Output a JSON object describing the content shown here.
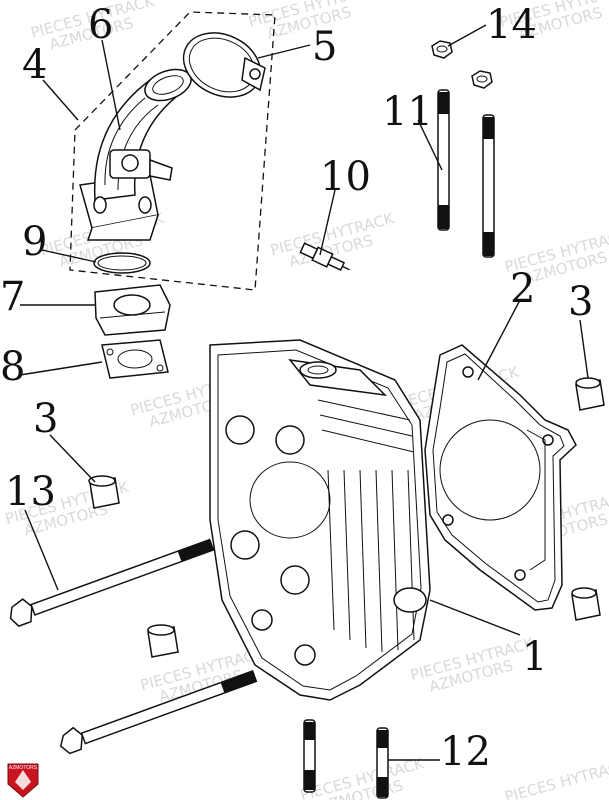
{
  "diagram": {
    "callouts": [
      {
        "id": "c1",
        "label": "1"
      },
      {
        "id": "c2",
        "label": "2"
      },
      {
        "id": "c3a",
        "label": "3"
      },
      {
        "id": "c3b",
        "label": "3"
      },
      {
        "id": "c4",
        "label": "4"
      },
      {
        "id": "c5",
        "label": "5"
      },
      {
        "id": "c6",
        "label": "6"
      },
      {
        "id": "c7",
        "label": "7"
      },
      {
        "id": "c8",
        "label": "8"
      },
      {
        "id": "c9",
        "label": "9"
      },
      {
        "id": "c10",
        "label": "10"
      },
      {
        "id": "c11",
        "label": "11"
      },
      {
        "id": "c12",
        "label": "12"
      },
      {
        "id": "c13",
        "label": "13"
      },
      {
        "id": "c14",
        "label": "14"
      }
    ],
    "watermark": [
      "PIECES HYTRACK",
      "AZMOTORS"
    ],
    "logo_text": "AZMOTORS"
  }
}
